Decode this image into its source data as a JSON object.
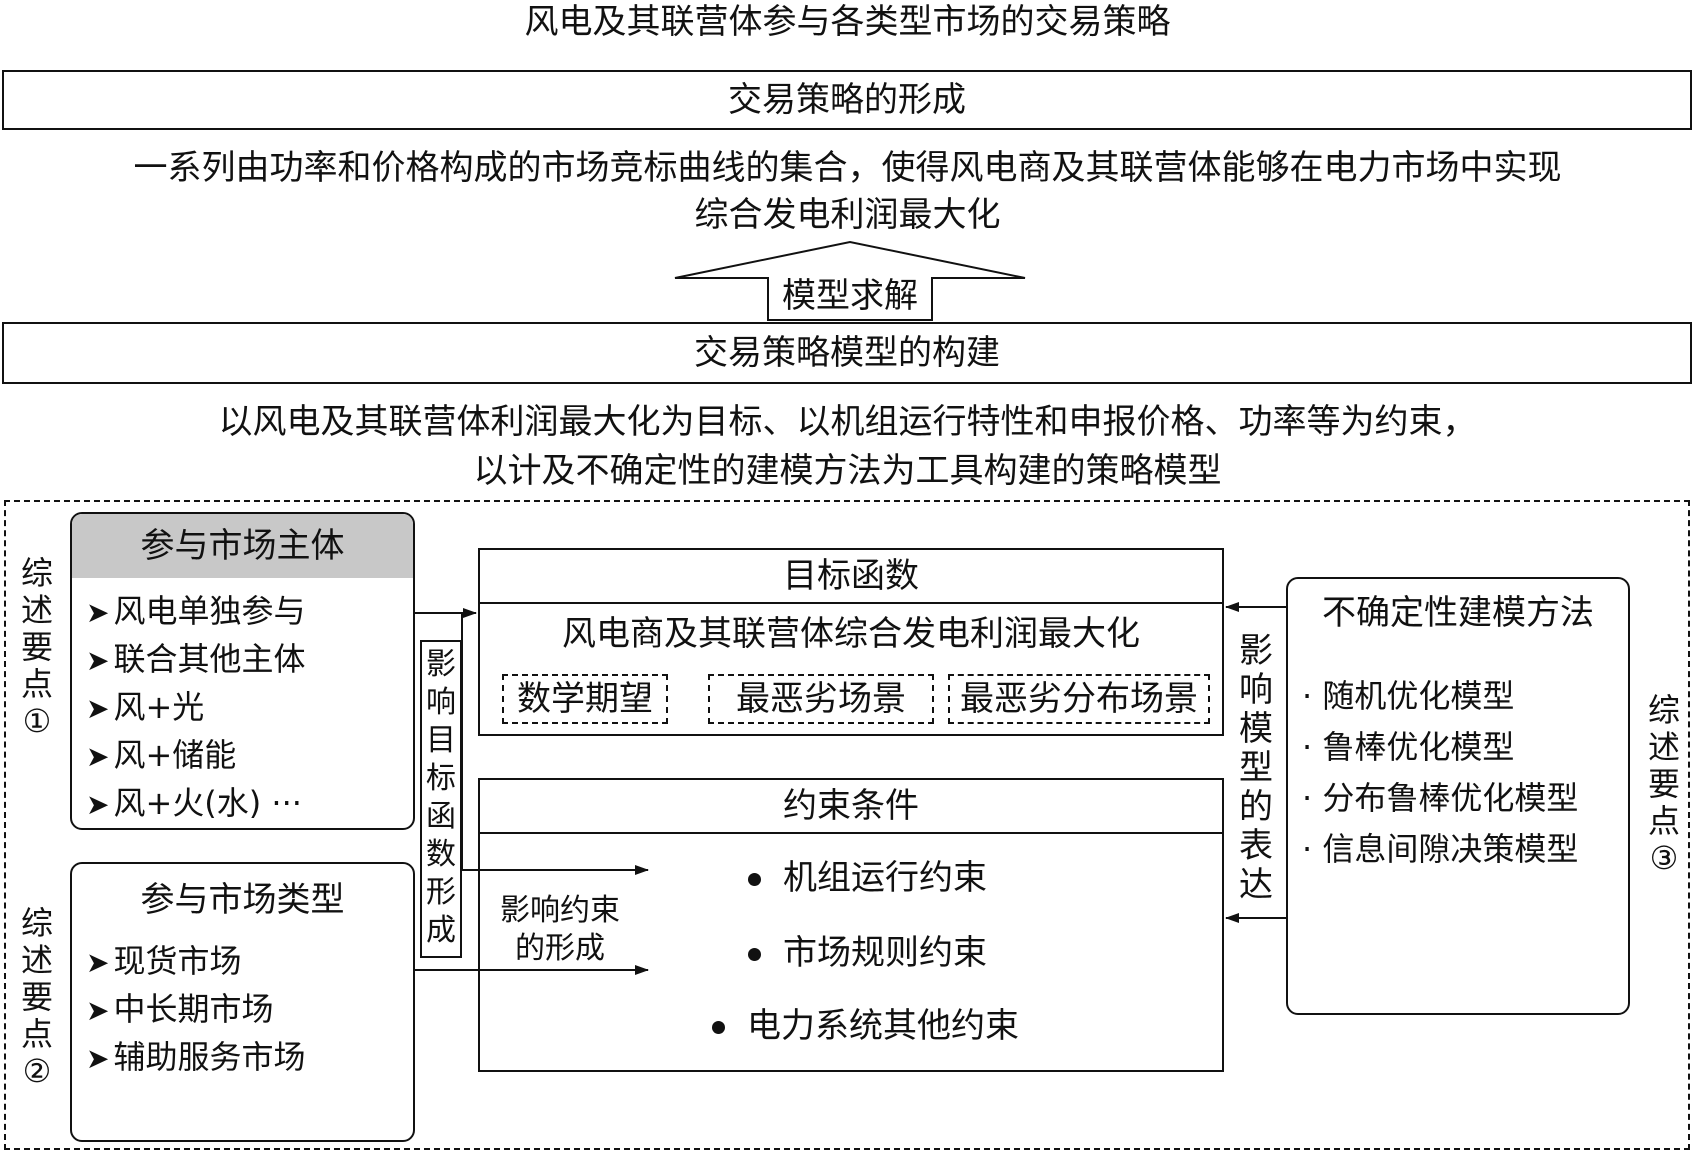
{
  "title": "风电及其联营体参与各类型市场的交易策略",
  "strategy_formation": {
    "label": "交易策略的形成",
    "desc_line1": "一系列由功率和价格构成的市场竞标曲线的集合，使得风电商及其联营体能够在电力市场中实现",
    "desc_line2": "综合发电利润最大化"
  },
  "solve_arrow": {
    "label": "模型求解"
  },
  "model_construction": {
    "label": "交易策略模型的构建",
    "desc_line1": "以风电及其联营体利润最大化为目标、以机组运行特性和申报价格、功率等为约束，",
    "desc_line2": "以计及不确定性的建模方法为工具构建的策略模型"
  },
  "participants": {
    "header": "参与市场主体",
    "items": [
      "风电单独参与",
      "联合其他主体",
      "风+光",
      "风+储能",
      "风+火(水) ···"
    ]
  },
  "market_types": {
    "header": "参与市场类型",
    "items": [
      "现货市场",
      "中长期市场",
      "辅助服务市场"
    ]
  },
  "key_points": {
    "p1": "综述要点①",
    "p2": "综述要点②",
    "p3": "综述要点③"
  },
  "objective": {
    "header": "目标函数",
    "desc": "风电商及其联营体综合发电利润最大化",
    "options": [
      "数学期望",
      "最恶劣场景",
      "最恶劣分布场景"
    ]
  },
  "constraints": {
    "header": "约束条件",
    "items": [
      "机组运行约束",
      "市场规则约束",
      "电力系统其他约束"
    ]
  },
  "uncertainty": {
    "header": "不确定性建模方法",
    "items": [
      "随机优化模型",
      "鲁棒优化模型",
      "分布鲁棒优化模型",
      "信息间隙决策模型"
    ]
  },
  "labels": {
    "affect_objective": "影响目标函数形成",
    "affect_constraint_1": "影响约束",
    "affect_constraint_2": "的形成",
    "affect_model": "影响模型的表达"
  }
}
